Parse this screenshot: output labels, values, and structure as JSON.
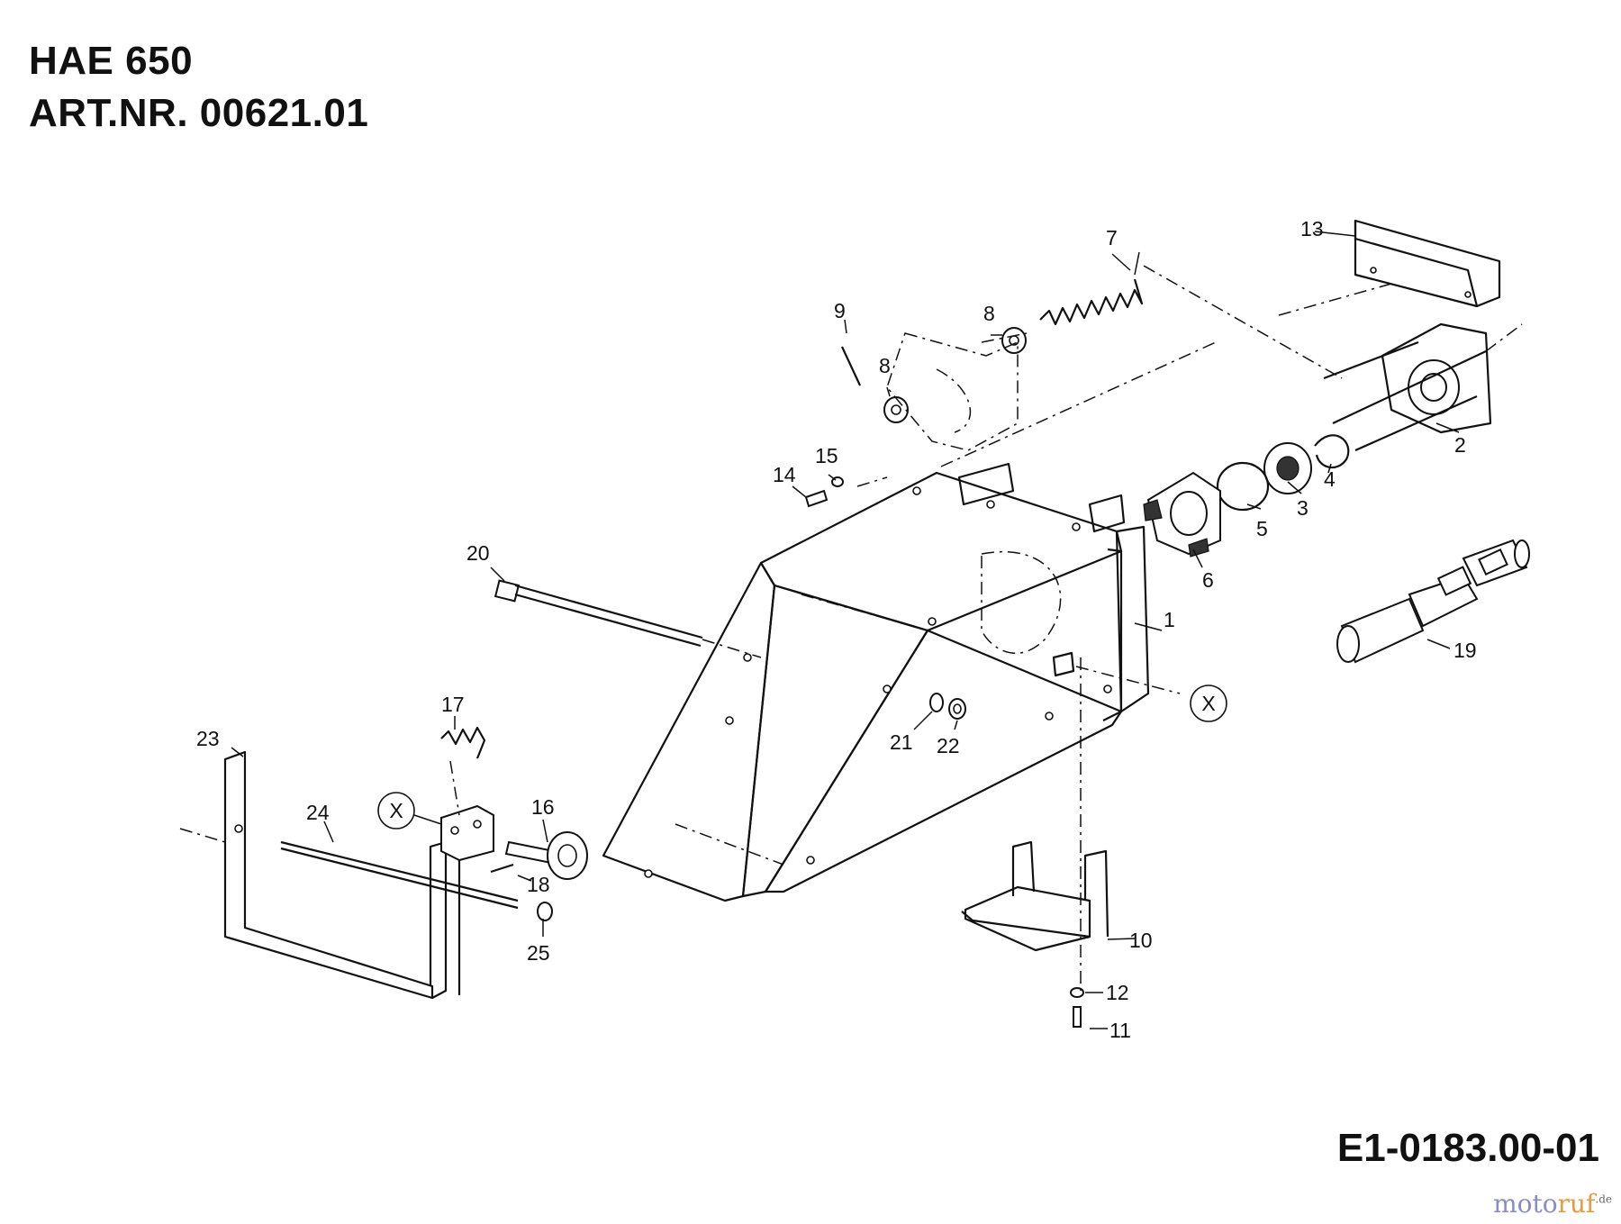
{
  "header": {
    "model": "HAE 650",
    "article_number": "ART.NR. 00621.01"
  },
  "drawing_code": "E1-0183.00-01",
  "watermark": {
    "brand_a": "moto",
    "brand_b": "ruf",
    "tld": ".de"
  },
  "reference_marker": "X",
  "part_labels": {
    "p1": "1",
    "p2": "2",
    "p3": "3",
    "p4": "4",
    "p5": "5",
    "p6": "6",
    "p7": "7",
    "p8a": "8",
    "p8b": "8",
    "p9": "9",
    "p10": "10",
    "p11": "11",
    "p12": "12",
    "p13": "13",
    "p14": "14",
    "p15": "15",
    "p16": "16",
    "p17": "17",
    "p18": "18",
    "p19": "19",
    "p20": "20",
    "p21": "21",
    "p22": "22",
    "p23": "23",
    "p24": "24",
    "p25": "25"
  }
}
